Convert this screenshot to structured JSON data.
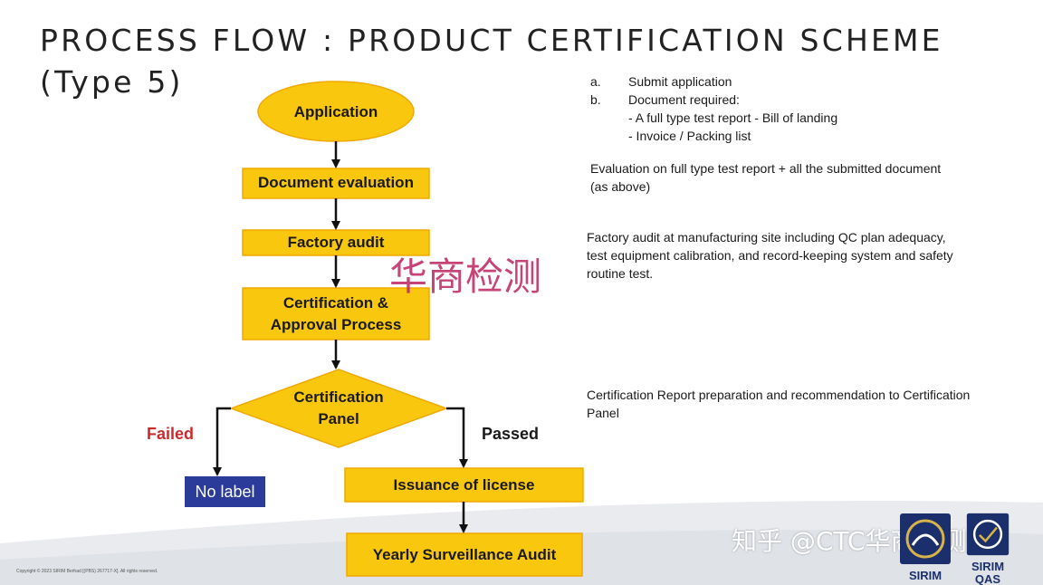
{
  "title": {
    "line1": "PROCESS FLOW : PRODUCT CERTIFICATION SCHEME",
    "line2": "(Type 5)"
  },
  "flow": {
    "application": "Application",
    "document_evaluation": "Document evaluation",
    "factory_audit": "Factory audit",
    "certification_approval": "Certification & Approval Process",
    "certification_panel": "Certification Panel",
    "failed": "Failed",
    "passed": "Passed",
    "no_label": "No label",
    "issuance": "Issuance of license",
    "surveillance": "Yearly Surveillance Audit"
  },
  "notes": {
    "application": {
      "a_marker": "a.",
      "a_text": "Submit application",
      "b_marker": "b.",
      "b_text": "Document required:",
      "b_item1": "- A full type test report - Bill of landing",
      "b_item2": "- Invoice / Packing list"
    },
    "evaluation": "Evaluation on full type test report + all the submitted document (as above)",
    "factory": "Factory audit at manufacturing site including QC plan adequacy, test equipment calibration, and record-keeping system and safety routine test.",
    "panel": "Certification Report preparation and recommendation to Certification Panel"
  },
  "watermarks": {
    "center": "华商检测",
    "corner": "知乎 @CTC华商检测"
  },
  "copyright": "Copyright © 2023 SIRIM Berhad [(PBS) 267717-X]. All rights reserved.",
  "logos": {
    "sirim": "SIRIM",
    "sirim_qas_line1": "SIRIM",
    "sirim_qas_line2": "QAS"
  },
  "colors": {
    "node_fill": "#f9c80e",
    "node_border": "#f0a800",
    "fail_fill": "#2b3b9a",
    "fail_text": "#ffffff",
    "failed_text": "#cc2b2b",
    "arrow": "#111111"
  }
}
